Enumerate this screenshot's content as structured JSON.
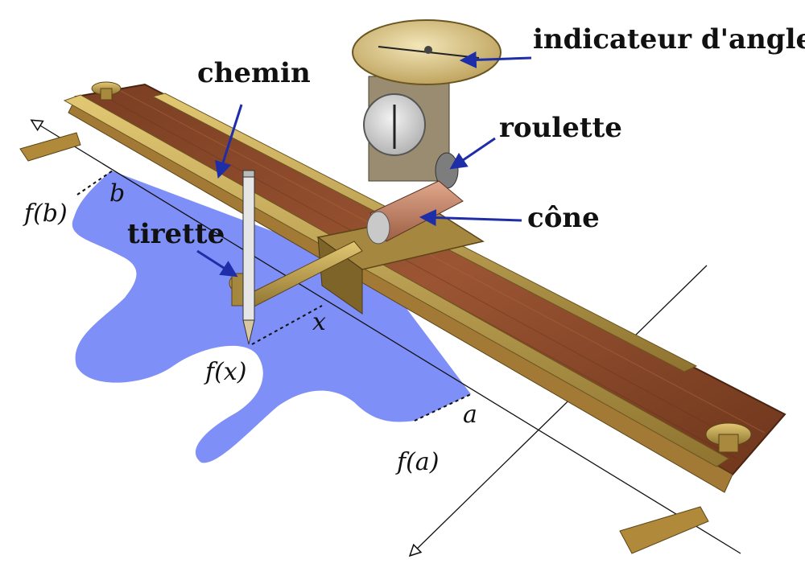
{
  "labels": {
    "indicateur": "indicateur d'angle",
    "chemin": "chemin",
    "roulette": "roulette",
    "tirette": "tirette",
    "cone": "cône"
  },
  "math": {
    "fb": "f(b)",
    "b": "b",
    "fx": "f(x)",
    "x": "x",
    "a": "a",
    "fa": "f(a)"
  },
  "colors": {
    "area_fill": "#7f8ff8",
    "arrow": "#1e2ea8",
    "wood": "#8a4a2a",
    "brass": "#c5a54b",
    "cone": "#c98e73",
    "axis": "#111111"
  }
}
